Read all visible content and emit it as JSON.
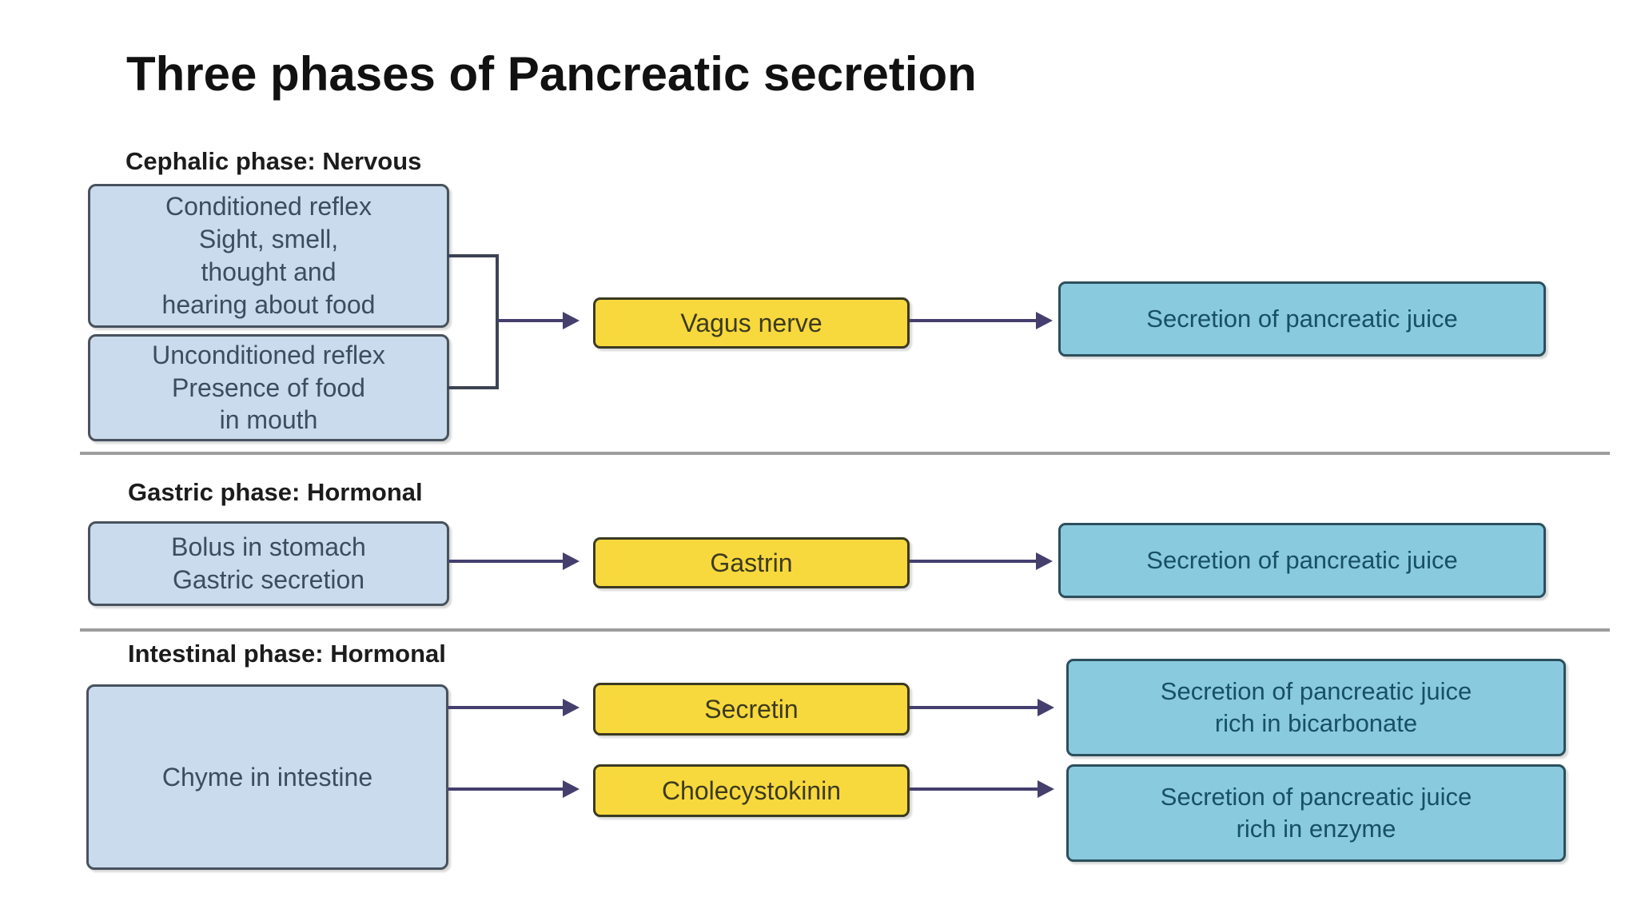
{
  "title": "Three phases of Pancreatic secretion",
  "colors": {
    "bg": "#ffffff",
    "title": "#111111",
    "heading": "#1c1c1c",
    "stim-fill": "#c9dbec",
    "stim-border": "#47525e",
    "stim-text": "#3b4d60",
    "med-fill": "#f7d93d",
    "med-border": "#3b3a22",
    "med-text": "#3d3a1f",
    "out-fill": "#8acade",
    "out-border": "#2c4f5d",
    "out-text": "#175066",
    "arrow": "#453f6e",
    "bracket": "#3c4452",
    "divider": "#9d9d9d"
  },
  "phases": [
    {
      "heading": "Cephalic phase: Nervous",
      "stimuli": [
        "Conditioned reflex\nSight, smell,\nthought and\nhearing about food",
        "Unconditioned reflex\nPresence of food\nin mouth"
      ],
      "mediator": "Vagus nerve",
      "outcome": "Secretion of pancreatic juice"
    },
    {
      "heading": "Gastric phase: Hormonal",
      "stimulus": "Bolus in stomach\nGastric secretion",
      "mediator": "Gastrin",
      "outcome": "Secretion of pancreatic juice"
    },
    {
      "heading": "Intestinal phase: Hormonal",
      "stimulus": "Chyme in intestine",
      "branches": [
        {
          "mediator": "Secretin",
          "outcome": "Secretion of pancreatic juice\nrich in bicarbonate"
        },
        {
          "mediator": "Cholecystokinin",
          "outcome": "Secretion of pancreatic juice\nrich in enzyme"
        }
      ]
    }
  ]
}
